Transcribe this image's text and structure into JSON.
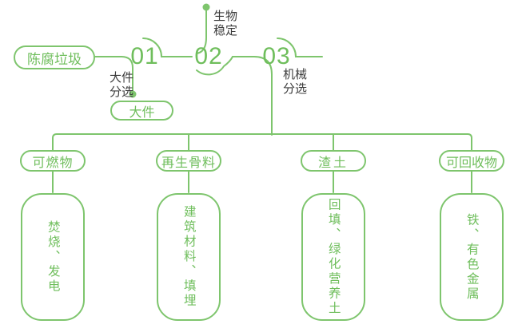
{
  "colors": {
    "line_green": "#7EC56D",
    "text_green": "#6FBE5C",
    "label_gray": "#3C3C3C",
    "background": "#FFFFFF"
  },
  "source": {
    "label": "陈腐垃圾"
  },
  "timeline": {
    "steps": [
      {
        "number": "01",
        "label": "大件分选",
        "label_lines": [
          "大件",
          "分选"
        ]
      },
      {
        "number": "02",
        "label": "生物稳定",
        "label_lines": [
          "生物",
          "稳定"
        ]
      },
      {
        "number": "03",
        "label": "机械分选",
        "label_lines": [
          "机械",
          "分选"
        ]
      }
    ]
  },
  "bulky": {
    "label": "大件"
  },
  "branches": [
    {
      "category": "可燃物",
      "outcome": "焚烧、发电"
    },
    {
      "category": "再生骨料",
      "outcome": "建筑材料、填埋"
    },
    {
      "category": "渣土",
      "outcome": "回填、绿化营养土"
    },
    {
      "category": "可回收物",
      "outcome": "铁、有色金属"
    }
  ]
}
